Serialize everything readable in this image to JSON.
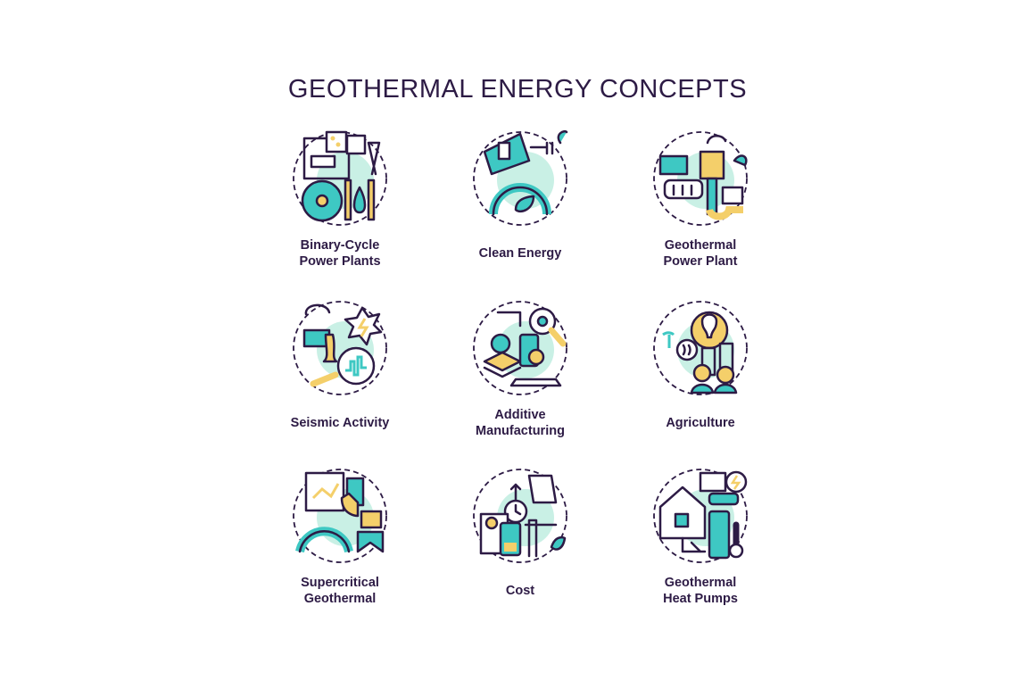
{
  "title": "GEOTHERMAL ENERGY CONCEPTS",
  "colors": {
    "outline": "#2d1b45",
    "teal": "#3ec8c3",
    "mint": "#c9f0e5",
    "yellow": "#f4cf6a"
  },
  "concepts": [
    {
      "icon": "binary-cycle-power-plant-icon",
      "lines": [
        "Binary-Cycle",
        "Power Plants"
      ]
    },
    {
      "icon": "clean-energy-icon",
      "lines": [
        "Clean Energy",
        ""
      ]
    },
    {
      "icon": "geothermal-power-plant-icon",
      "lines": [
        "Geothermal",
        "Power Plant"
      ]
    },
    {
      "icon": "seismic-activity-icon",
      "lines": [
        "Seismic Activity",
        ""
      ]
    },
    {
      "icon": "additive-manufacturing-icon",
      "lines": [
        "Additive",
        "Manufacturing"
      ]
    },
    {
      "icon": "agriculture-icon",
      "lines": [
        "Agriculture",
        ""
      ]
    },
    {
      "icon": "supercritical-geothermal-icon",
      "lines": [
        "Supercritical",
        "Geothermal"
      ]
    },
    {
      "icon": "cost-icon",
      "lines": [
        "Cost",
        ""
      ]
    },
    {
      "icon": "geothermal-heat-pumps-icon",
      "lines": [
        "Geothermal",
        "Heat Pumps"
      ]
    }
  ]
}
